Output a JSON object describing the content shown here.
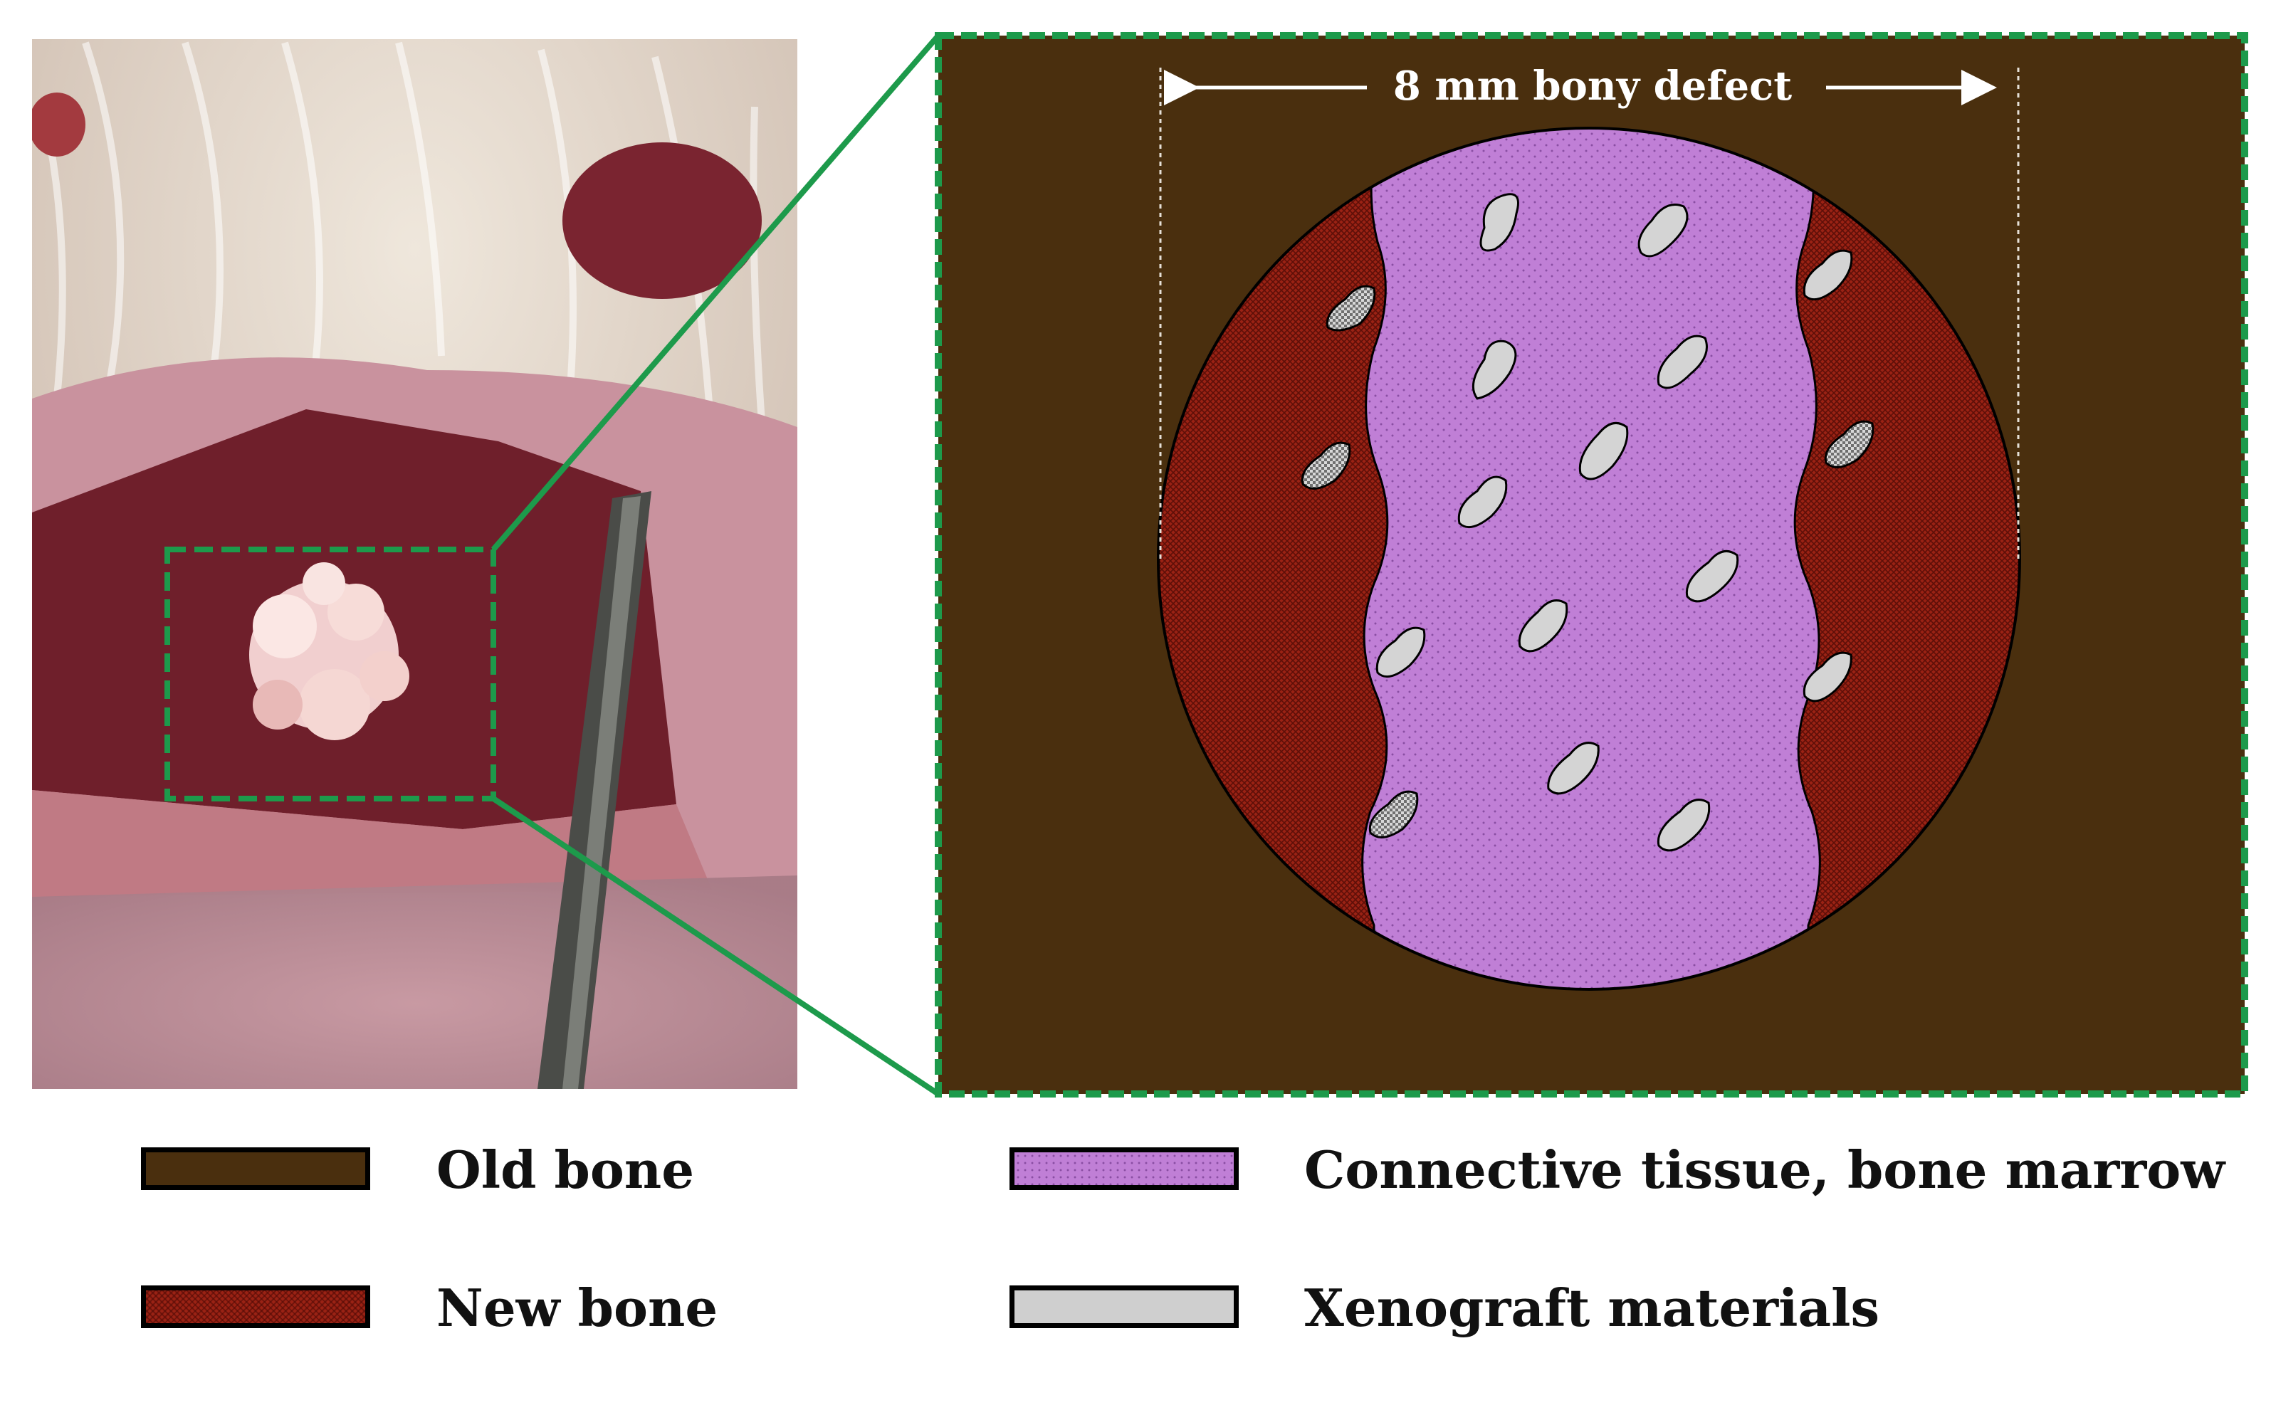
{
  "diagram": {
    "defect_label": "8 mm bony defect",
    "photo_description_hidden": "",
    "colors": {
      "old_bone": "#4a2f0e",
      "new_bone": "#8e1c10",
      "connective_tissue": "#c07fd6",
      "xenograft": "#cfcfcf",
      "highlight_frame": "#1d9a4b"
    }
  },
  "legend": {
    "items": [
      {
        "key": "old_bone",
        "label": "Old bone",
        "color": "#4a2f0e"
      },
      {
        "key": "new_bone",
        "label": "New bone",
        "color": "#9a2214"
      },
      {
        "key": "connective_tissue",
        "label": "Connective tissue, bone marrow",
        "color": "#c07fd6"
      },
      {
        "key": "xenograft",
        "label": "Xenograft materials",
        "color": "#cfcfcf"
      }
    ]
  }
}
